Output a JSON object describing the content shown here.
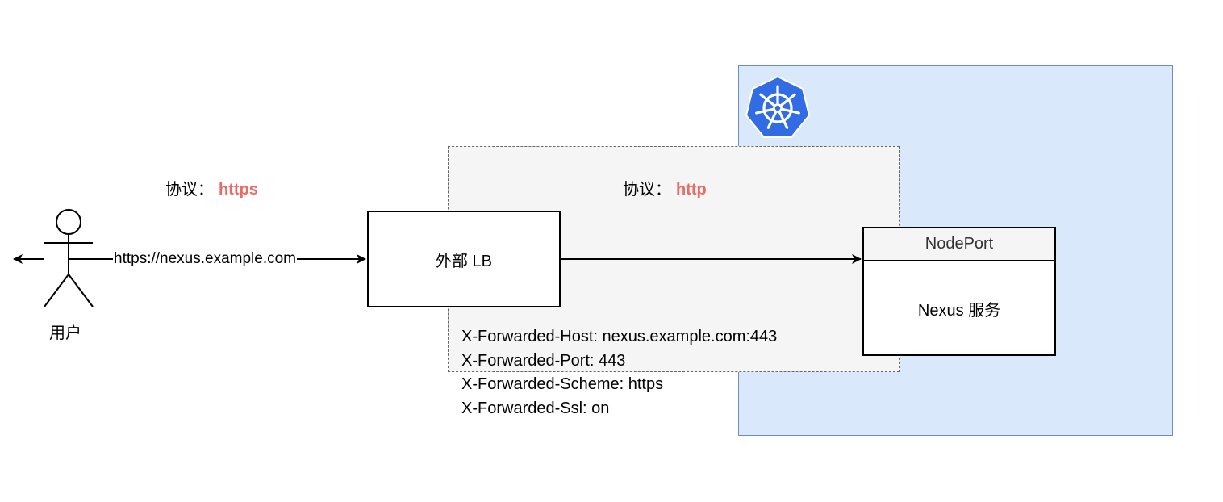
{
  "protocol_left": {
    "label": "协议：",
    "value": "https"
  },
  "protocol_right": {
    "label": "协议：",
    "value": "http"
  },
  "user": {
    "label": "用户"
  },
  "connection": {
    "url": "https://nexus.example.com"
  },
  "lb": {
    "label": "外部 LB"
  },
  "service": {
    "header": "NodePort",
    "label": "Nexus 服务"
  },
  "headers": [
    "X-Forwarded-Host: nexus.example.com:443",
    "X-Forwarded-Port: 443",
    "X-Forwarded-Scheme: https",
    "X-Forwarded-Ssl: on"
  ],
  "colors": {
    "k8s_fill": "#dae8fc",
    "k8s_border": "#6c8ebf",
    "lb_zone_fill": "#f5f5f5",
    "protocol_value": "#ea6b66",
    "k8s_logo": "#326ce5"
  },
  "icons": {
    "cluster_logo": "kubernetes-icon",
    "user_figure": "person-icon"
  }
}
